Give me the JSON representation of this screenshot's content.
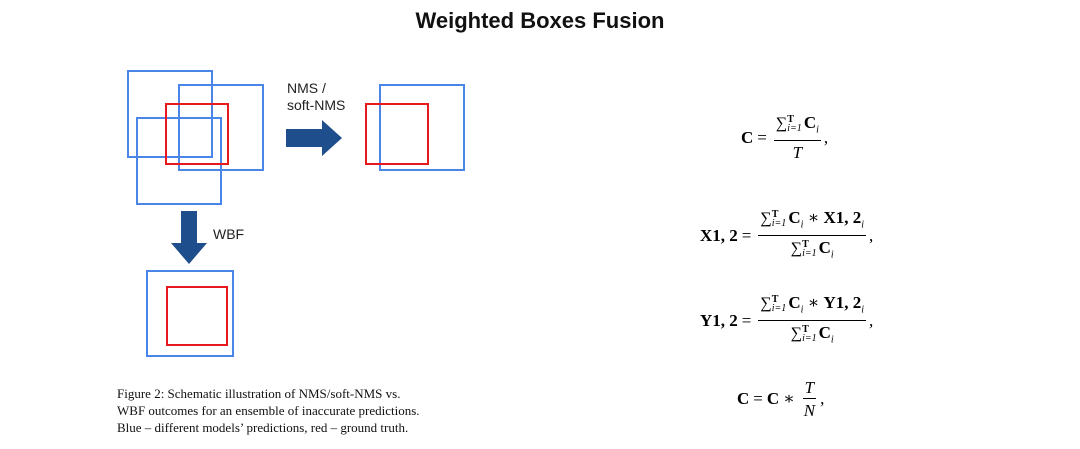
{
  "title": "Weighted Boxes Fusion",
  "diagram": {
    "label_nms_line1": "NMS /",
    "label_nms_line2": "soft-NMS",
    "label_wbf": "WBF",
    "colors": {
      "prediction": "#4a86e8",
      "ground_truth": "#e8191d",
      "arrow": "#1f4e8c"
    }
  },
  "caption": {
    "line1": "Figure 2:  Schematic illustration of NMS/soft-NMS vs.",
    "line2": "WBF outcomes for an ensemble of inaccurate predictions.",
    "line3": "Blue – different models’ predictions, red – ground truth."
  },
  "equations": {
    "eq1_lhs": "C",
    "eq2_lhs": "X1, 2",
    "eq2_term": "X1, 2",
    "eq3_lhs": "Y1, 2",
    "eq3_term": "Y1, 2",
    "eq4_lhs": "C",
    "eq4_rhs": "C",
    "upper": "T",
    "lower": "i=1",
    "ci": "C",
    "sub_i": "i",
    "T": "T",
    "N": "N"
  }
}
